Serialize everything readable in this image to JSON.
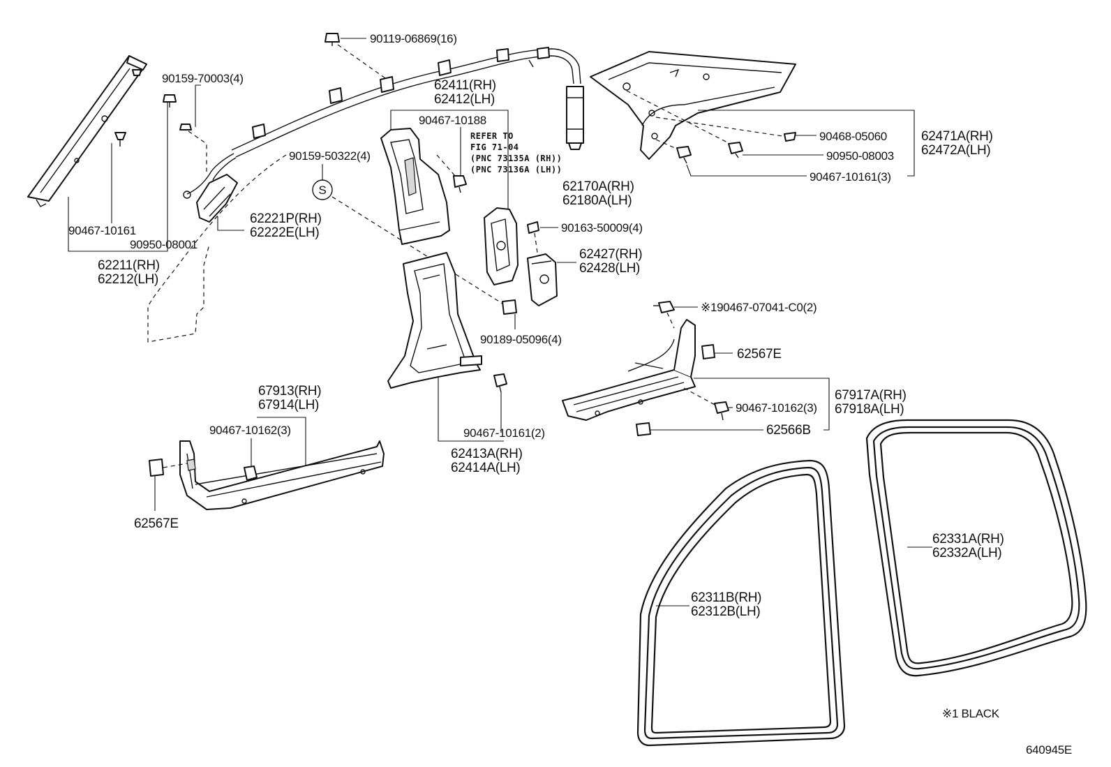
{
  "labels": {
    "p90119": "90119-06869(16)",
    "p90159a": "90159-70003(4)",
    "p62411": "62411(RH)",
    "p62412": "62412(LH)",
    "p90467_10188": "90467-10188",
    "refer1": "REFER TO",
    "refer2": "FIG 71-04",
    "refer3": "(PNC 73135A (RH))",
    "refer4": "(PNC 73136A (LH))",
    "p90159b": "90159-50322(4)",
    "p62170": "62170A(RH)",
    "p62180": "62180A(LH)",
    "p90468": "90468-05060",
    "p90950b": "90950-08003",
    "p90467_10161c": "90467-10161(3)",
    "p62471": "62471A(RH)",
    "p62472": "62472A(LH)",
    "p62221": "62221P(RH)",
    "p62222": "62222E(LH)",
    "p90467_10161a": "90467-10161",
    "p90950a": "90950-08001",
    "p62211": "62211(RH)",
    "p62212": "62212(LH)",
    "p90163": "90163-50009(4)",
    "p62427": "62427(RH)",
    "p62428": "62428(LH)",
    "p90189": "90189-05096(4)",
    "p90467_07041": "※190467-07041-C0(2)",
    "p62567e_r": "62567E",
    "p67917": "67917A(RH)",
    "p67918": "67918A(LH)",
    "p90467_10162b": "90467-10162(3)",
    "p62566": "62566B",
    "p67913": "67913(RH)",
    "p67914": "67914(LH)",
    "p90467_10162a": "90467-10162(3)",
    "p62567e_l": "62567E",
    "p90467_10161b": "90467-10161(2)",
    "p62413": "62413A(RH)",
    "p62414": "62414A(LH)",
    "p62331": "62331A(RH)",
    "p62332": "62332A(LH)",
    "p62311": "62311B(RH)",
    "p62312": "62312B(LH)",
    "note": "※1 BLACK",
    "fig_code": "640945E",
    "s_marker": "S"
  }
}
